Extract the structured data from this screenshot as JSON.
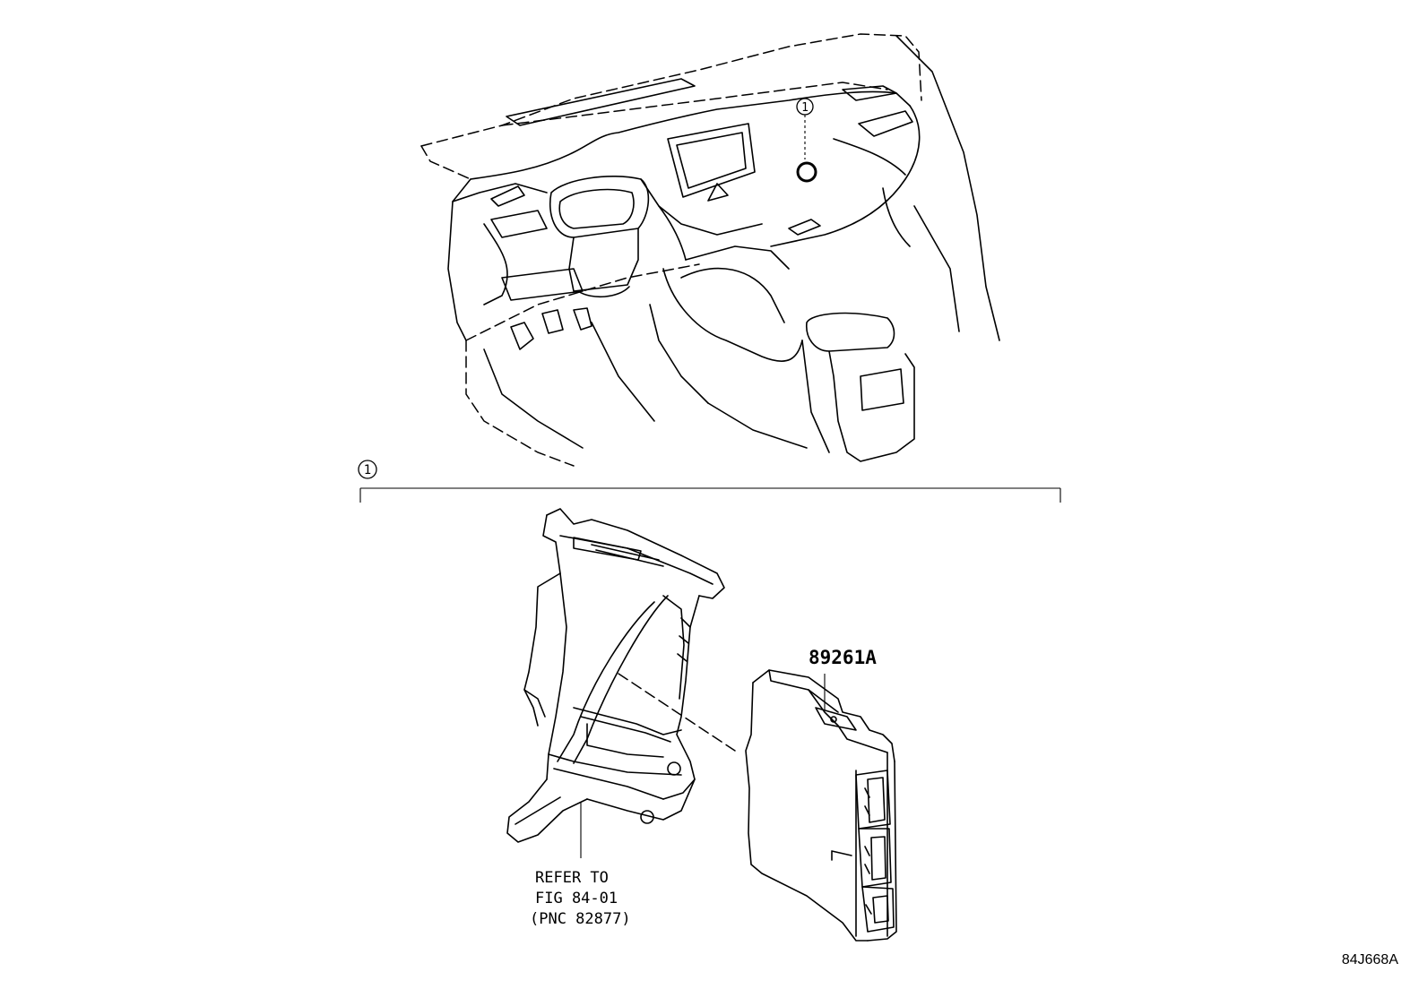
{
  "callout": {
    "number": "1"
  },
  "part": {
    "number": "89261A"
  },
  "reference": {
    "line1": "REFER TO",
    "line2": "FIG 84-01",
    "line3": "(PNC 82877)"
  },
  "figure_code": "84J668A"
}
